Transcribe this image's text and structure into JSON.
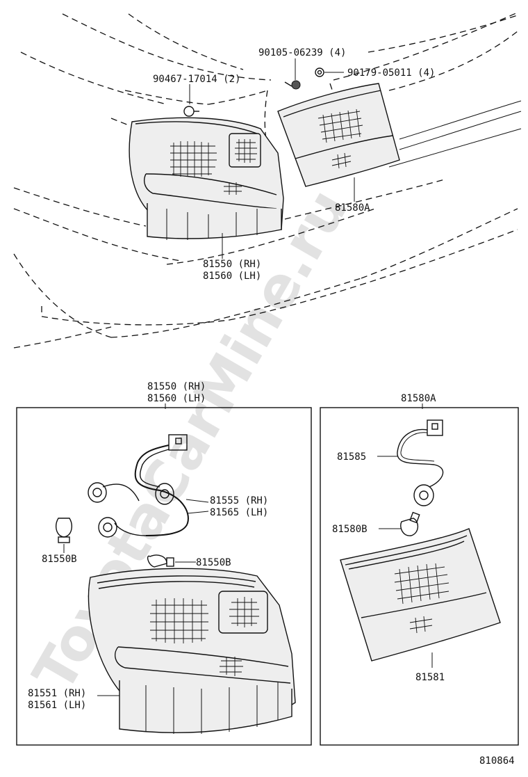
{
  "watermark": "ToyotaCarMine.ru",
  "diagram_number": "810864",
  "top_view": {
    "labels": {
      "clip": "90467-17014 (2)",
      "screw": "90105-06239 (4)",
      "nut": "90179-05011 (4)",
      "lens_back_door": "81580A",
      "lamp_rh": "81550 (RH)",
      "lamp_lh": "81560 (LH)"
    }
  },
  "left_box": {
    "title_rh": "81550 (RH)",
    "title_lh": "81560 (LH)",
    "labels": {
      "bulb_left": "81550B",
      "bulb_right": "81550B",
      "socket_rh": "81555 (RH)",
      "socket_lh": "81565 (LH)",
      "body_rh": "81551 (RH)",
      "body_lh": "81561 (LH)"
    }
  },
  "right_box": {
    "title": "81580A",
    "labels": {
      "socket": "81585",
      "bulb": "81580B",
      "lens": "81581"
    }
  }
}
